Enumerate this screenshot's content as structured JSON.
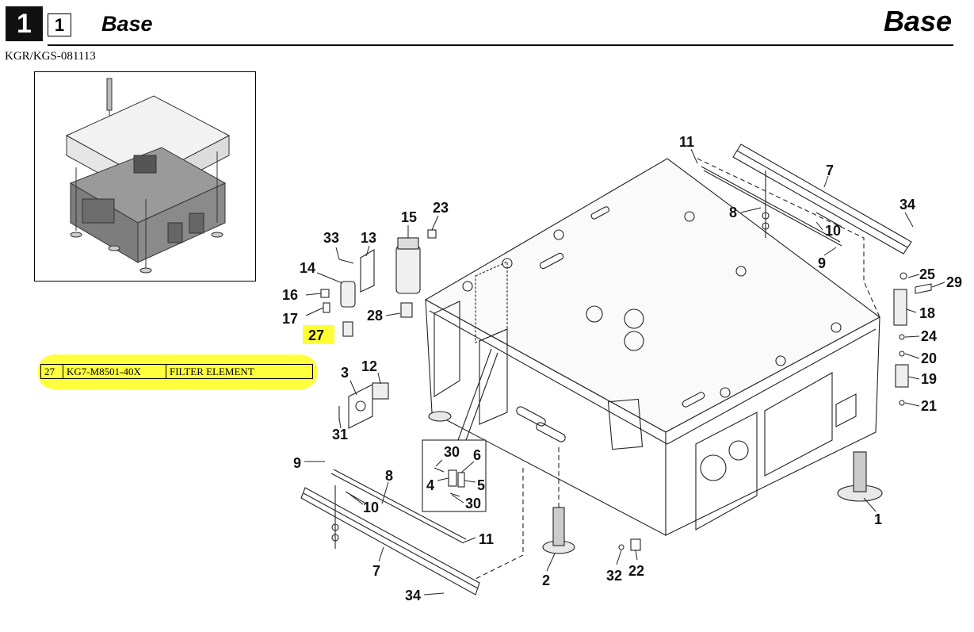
{
  "header": {
    "chapter_number": "1",
    "section_number": "1",
    "title": "Base",
    "title_right": "Base"
  },
  "model_code": "KGR/KGS-081113",
  "parts_table": {
    "rows": [
      {
        "item": "27",
        "part_number": "KG7-M8501-40X",
        "description": "FILTER ELEMENT"
      }
    ],
    "highlight_color": "#ffff33"
  },
  "callouts": [
    "11",
    "7",
    "8",
    "10",
    "9",
    "34",
    "23",
    "15",
    "33",
    "13",
    "14",
    "16",
    "17",
    "27",
    "28",
    "25",
    "29",
    "18",
    "24",
    "20",
    "19",
    "21",
    "3",
    "12",
    "31",
    "30",
    "6",
    "4",
    "5",
    "30",
    "9",
    "8",
    "10",
    "11",
    "7",
    "34",
    "2",
    "32",
    "22",
    "1"
  ]
}
